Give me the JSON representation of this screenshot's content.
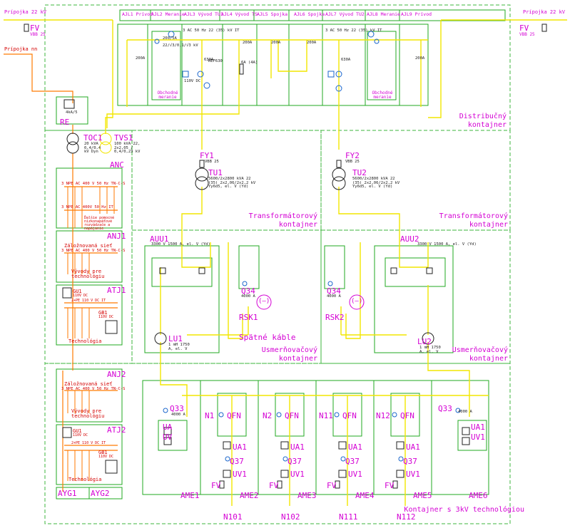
{
  "top_left": {
    "label": "Prípojka 22 kV",
    "fv": "FV",
    "fv_sub": "VBB 25"
  },
  "top_right": {
    "label": "Prípojka 22 kV",
    "fv": "FV",
    "fv_sub": "VBB 25"
  },
  "nn_supply": {
    "label": "Prípojka nn"
  },
  "header_cells": [
    "AJL1 Prívod",
    "AJL2 Meranie",
    "AJL3 Vývod TU1",
    "AJL4 Vývod TS",
    "AJL5 Spojka",
    "AJL6 Spojka",
    "AJL7 Vývod TU2",
    "AJL8 Meranie",
    "AJL9 Prívod"
  ],
  "bus_label_1": "3 AC 50 Hz 22 (35) kV IT",
  "bus_label_2": "3 AC 50 Hz 22 (35) kV IT",
  "meter_labels": {
    "left": "Obchodné meranie",
    "right": "Obchodné meranie"
  },
  "small_labels": {
    "sw1": "200A",
    "sw2": "200A",
    "sw3": "200A",
    "sw4": "200A",
    "sw5": "200A",
    "sw6": "630A",
    "sw7": "630A",
    "sw8": "6A (4A)",
    "vt": "22/√3/0,1/√3 kV",
    "ct": "200/5A",
    "dc": "110V DC",
    "relay": "REF630"
  },
  "zones": {
    "distribution": "Distribučný kontajner",
    "transformer_left": "Transformátorový kontajner",
    "transformer_right": "Transformátorový kontajner",
    "rectifier_left": "Usmerňovačový kontajner",
    "rectifier_right": "Usmerňovačový kontajner",
    "technology": "Kontajner s 3kV technológiou"
  },
  "re": {
    "label": "RE",
    "sub": "4kA/5"
  },
  "toc1": {
    "label": "TOC1",
    "sub": "20 kVA 0,4/0,4 kV Dyn"
  },
  "tvs1": {
    "label": "TVS1",
    "sub": "100 kVA 22, 2x2,05 / 0,4/0,23 kV"
  },
  "anc": {
    "label": "ANC",
    "bus": "3 NPE AC 400 V 50 Hz TN-C-S",
    "bus2": "3 NPE AC 400V 50 Hz IT",
    "note": "Ďalšie pomocné nízkonapäťové rozvádzače a napájanie"
  },
  "anj1": {
    "label": "ANJ1",
    "reserve": "Záložnovaná sieť",
    "bus": "3 NPE AC 400 V 50 Hz TN-C-S",
    "outputs": "Vývody pre technológiu"
  },
  "atj1": {
    "label": "ATJ1",
    "gu": "GU1",
    "gu_sub": "110V DC",
    "bus": "2+PE 110 V DC IT",
    "gb": "GB1",
    "gb_sub": "110V DC",
    "tech": "Technológia"
  },
  "anj2": {
    "label": "ANJ2",
    "reserve": "Záložnovaná sieť",
    "bus": "3 NPE AC 400 V 50 Hz TN-C-S",
    "outputs": "Vývody pre technológiu"
  },
  "atj2": {
    "label": "ATJ2",
    "gu": "GU1",
    "gu_sub": "110V DC",
    "bus": "2+PE 110 V DC IT",
    "gb": "GB1",
    "gb_sub": "110V DC",
    "tech": "Technológia"
  },
  "ayg": {
    "g1": "AYG1",
    "g2": "AYG2"
  },
  "fy1": {
    "label": "FY1",
    "sub": "VBB 25"
  },
  "tu1": {
    "label": "TU1",
    "sub": "5600/2x2800 kVA 22 (35) 2x2,06/2x2,2 kV Yy6d5, el. V (Yd)"
  },
  "fy2": {
    "label": "FY2",
    "sub": "VBB 25"
  },
  "tu2": {
    "label": "TU2",
    "sub": "5600/2x2800 kVA 22 (35) 2x2,06/2x2,2 kV Yy6d5, el. V (Yd)"
  },
  "auu1": {
    "label": "AUU1",
    "sub": "3300 V 1500 A, el. V (Yd)"
  },
  "auu2": {
    "label": "AUU2",
    "sub": "3300 V 1500 A, el. V (Yd)"
  },
  "q34_left": {
    "label": "Q34",
    "sub": "4000 A"
  },
  "q34_right": {
    "label": "Q34",
    "sub": "4000 A"
  },
  "rsk1": {
    "label": "RSK1",
    "sym": "(—)"
  },
  "rsk2": {
    "label": "RSK2",
    "sym": "(—)"
  },
  "lu1": {
    "label": "LU1",
    "sub": "1 mH 1750 A, el. V"
  },
  "lu2": {
    "label": "LU2",
    "sub": "1 mH 1750 A, el. V"
  },
  "return_cables": "Spätné káble",
  "ame": [
    {
      "label": "AME1",
      "q": "Q33",
      "q_sub": "4000 A",
      "ua": "UA",
      "uv": "UV"
    },
    {
      "label": "AME2",
      "n": "N1",
      "qfn": "QFN",
      "ua1": "UA1",
      "q37": "Q37",
      "uv1": "UV1",
      "fv": "FV",
      "out": "N101"
    },
    {
      "label": "AME3",
      "n": "N2",
      "qfn": "QFN",
      "ua1": "UA1",
      "q37": "Q37",
      "uv1": "UV1",
      "fv": "FV",
      "out": "N102"
    },
    {
      "label": "AME4",
      "n": "N11",
      "qfn": "QFN",
      "ua1": "UA1",
      "q37": "Q37",
      "uv1": "UV1",
      "fv": "FV",
      "out": "N111"
    },
    {
      "label": "AME5",
      "n": "N12",
      "qfn": "QFN",
      "ua1": "UA1",
      "q37": "Q37",
      "uv1": "UV1",
      "fv": "FV",
      "out": "N112"
    },
    {
      "label": "AME6",
      "q": "Q33",
      "q_sub": "4000 A",
      "ua1": "UA1",
      "uv1": "UV1"
    }
  ]
}
